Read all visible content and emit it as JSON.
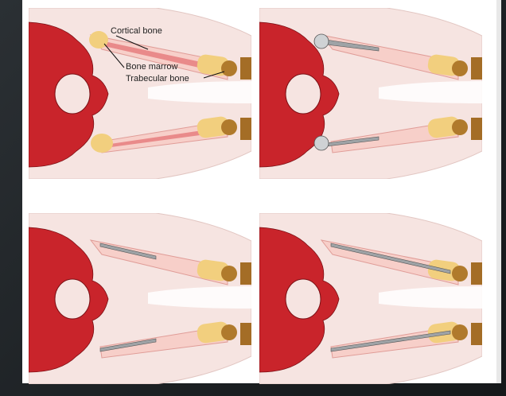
{
  "colors": {
    "background": "#1f2326",
    "soft_tissue": "#f2dad6",
    "cortical_bone": "#f3a9a6",
    "bone_marrow": "#e98a8a",
    "trabecular_bone": "#f2cf7e",
    "pelvis": "#c9242b",
    "knee_cap": "#b07a2c",
    "implant": "#9fa3a6"
  },
  "annotations": {
    "cortical": "Cortical bone",
    "marrow": "Bone marrow",
    "trabecular": "Trabecular bone"
  },
  "panels": [
    {
      "id": "a",
      "implant": "none"
    },
    {
      "id": "b",
      "implant": "ball-stem"
    },
    {
      "id": "c",
      "implant": "short-nail"
    },
    {
      "id": "d",
      "implant": "long-nail"
    }
  ]
}
